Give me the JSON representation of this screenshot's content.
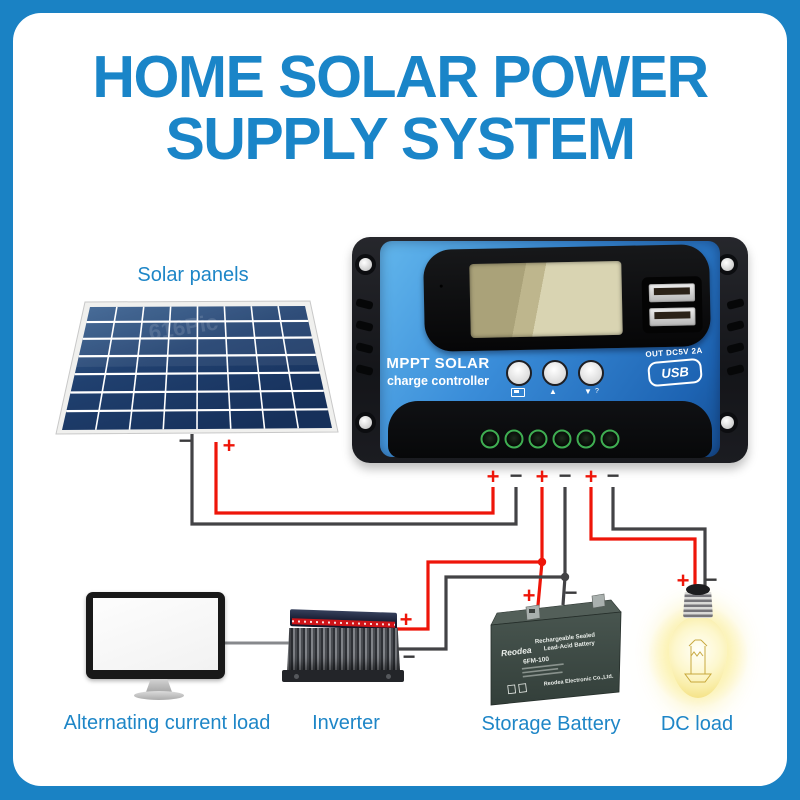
{
  "title": {
    "line1": "HOME SOLAR POWER",
    "line2": "SUPPLY SYSTEM"
  },
  "solar": {
    "label": "Solar panels",
    "watermark": "616Pic",
    "plus": "+",
    "minus": "−"
  },
  "controller": {
    "brand_line1": "MPPT SOLAR",
    "brand_line2": "charge controller",
    "usb_output_label": "OUT DC5V 2A",
    "usb_logo": "USB",
    "button_glyphs": {
      "up": "▲",
      "down": "▼",
      "help": "?"
    },
    "terminals": [
      "+",
      "−",
      "+",
      "−",
      "+",
      "−"
    ]
  },
  "inverter": {
    "plus": "+",
    "minus": "−"
  },
  "battery": {
    "plus": "+",
    "minus": "−",
    "brand": "Reodea",
    "line1": "Rechargeable Sealed",
    "line2": "Lead-Acid Battery",
    "model": "6FM-100",
    "footer": "Reodea Electronic Co.,Ltd."
  },
  "dc": {
    "plus": "+",
    "minus": "−"
  },
  "labels": {
    "ac_load": "Alternating current load",
    "inverter": "Inverter",
    "battery": "Storage Battery",
    "dc_load": "DC load"
  },
  "colors": {
    "frame_blue": "#1a82c4",
    "title_blue": "#1a85c8",
    "label_blue": "#1e86c7",
    "wire_positive": "#ee1509",
    "wire_negative": "#434346",
    "controller_blue": "#3286d6",
    "terminal_green": "#3fae52"
  }
}
